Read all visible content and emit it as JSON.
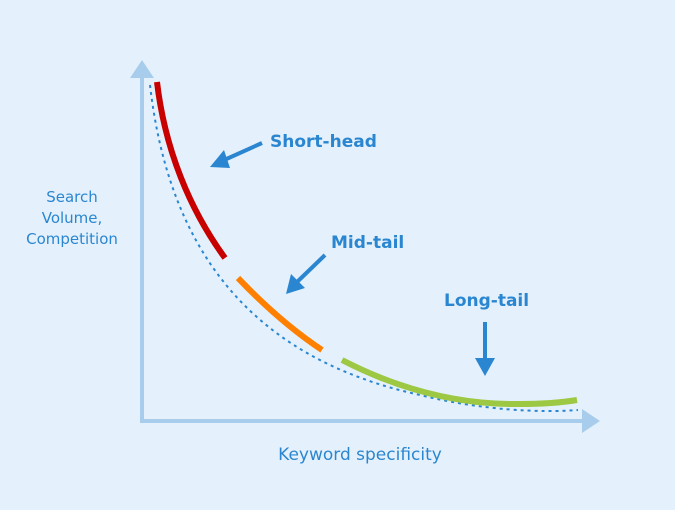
{
  "diagram": {
    "y_axis_label": [
      "Search",
      "Volume,",
      "Competition"
    ],
    "x_axis_label": "Keyword specificity",
    "segments": [
      {
        "label": "Short-head",
        "color": "#c80000"
      },
      {
        "label": "Mid-tail",
        "color": "#ff8000"
      },
      {
        "label": "Long-tail",
        "color": "#9dc843"
      }
    ],
    "colors": {
      "background": "#e4f1fc",
      "axis": "#a8cdec",
      "text": "#2a86d0",
      "dashed_curve": "#2a86d0"
    }
  }
}
